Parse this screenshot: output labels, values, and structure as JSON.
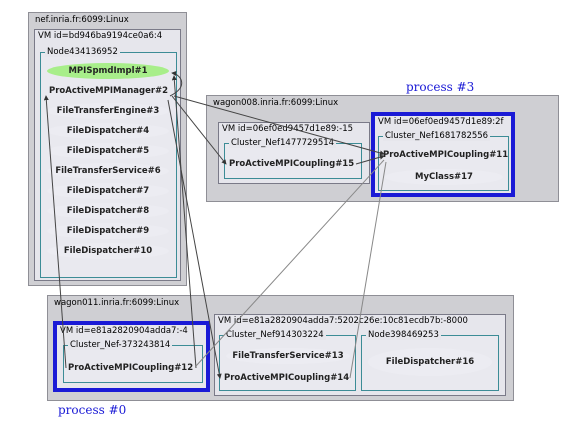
{
  "process_labels": {
    "p3": "process #3",
    "p0": "process #0"
  },
  "host_nef": {
    "title": "nef.inria.fr:6099:Linux",
    "vm_title": "VM id=bd946ba9194ce0a6:4",
    "node_title": "Node434136952",
    "objects": [
      "MPISpmdImpl#1",
      "ProActiveMPIManager#2",
      "FileTransferEngine#3",
      "FileDispatcher#4",
      "FileDispatcher#5",
      "FileTransferService#6",
      "FileDispatcher#7",
      "FileDispatcher#8",
      "FileDispatcher#9",
      "FileDispatcher#10"
    ]
  },
  "host_wagon008": {
    "title": "wagon008.inria.fr:6099:Linux",
    "vm1_title": "VM id=06ef0ed9457d1e89:-15",
    "vm1_node_title": "Cluster_Nef1477729514",
    "vm1_object": "ProActiveMPICoupling#15",
    "vm2_title": "VM id=06ef0ed9457d1e89:2f",
    "vm2_node_title": "Cluster_Nef1681782556",
    "vm2_objects": [
      "ProActiveMPICoupling#11",
      "MyClass#17"
    ]
  },
  "host_wagon011": {
    "title": "wagon011.inria.fr:6099:Linux",
    "vm1_title": "VM id=e81a2820904adda7:-4",
    "vm1_node_title": "Cluster_Nef-373243814",
    "vm1_object": "ProActiveMPICoupling#12",
    "vm2_title": "VM id=e81a2820904adda7:5202c26e:10c81ecdb7b:-8000",
    "vm2_node1_title": "Cluster_Nef914303224",
    "vm2_node1_objects": [
      "FileTransferService#13",
      "ProActiveMPICoupling#14"
    ],
    "vm2_node2_title": "Node398469253",
    "vm2_node2_object": "FileDispatcher#16"
  },
  "colors": {
    "highlight": "#1a1ad6",
    "active_object": "#a8ee8a",
    "host_bg": "#cfcfd3",
    "vm_bg": "#e6e6ec",
    "node_border": "#3c8c96"
  }
}
